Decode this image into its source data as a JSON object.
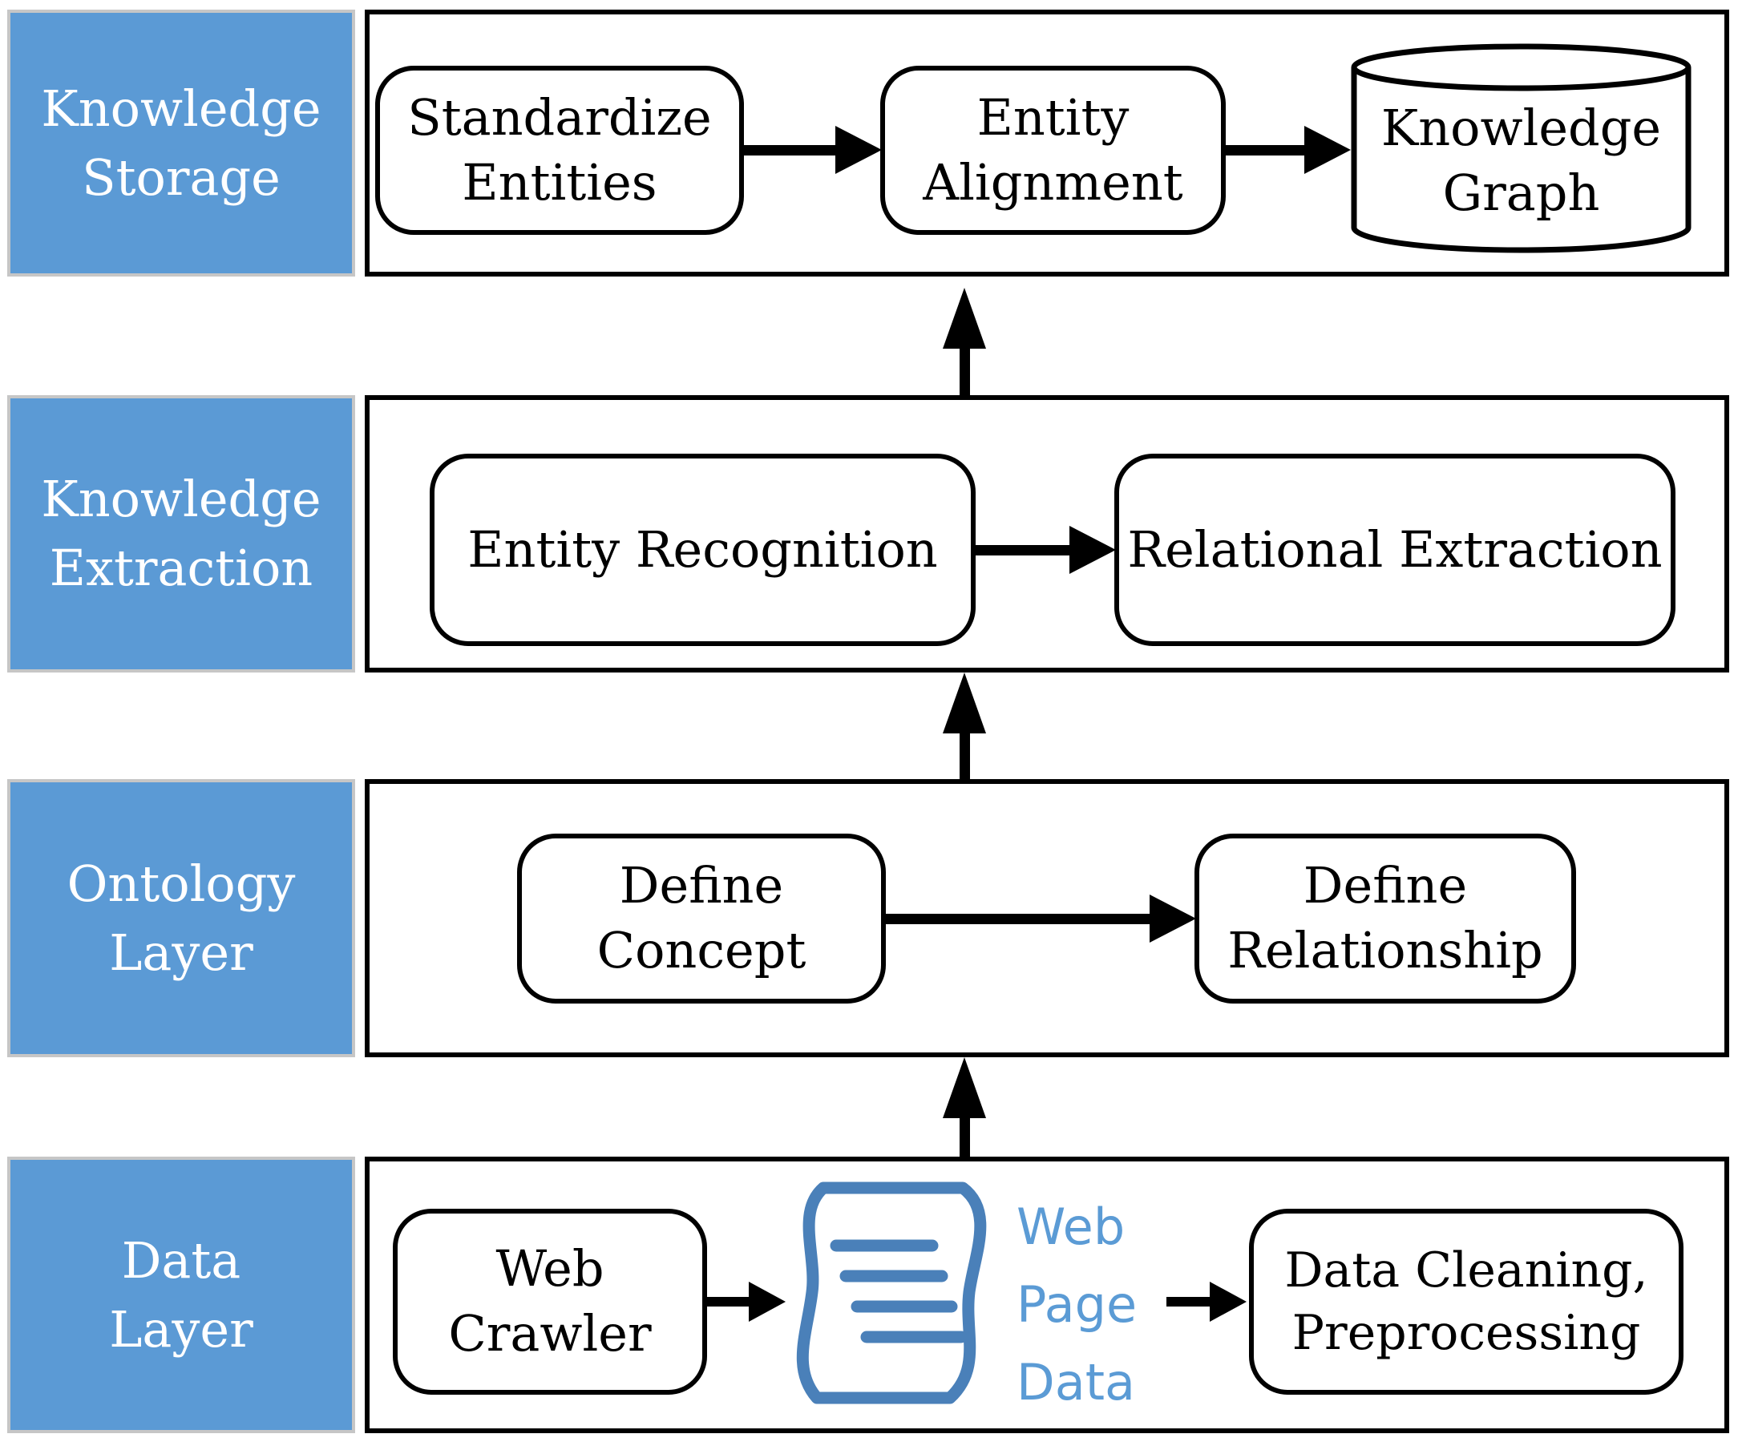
{
  "figure": {
    "type": "layered-architecture-diagram",
    "flow_direction": "bottom-to-top"
  },
  "colors": {
    "layer-fill": "#5B9AD5",
    "layer-border": "#C6C6C6",
    "icon-blue": "#4A80B9",
    "text-blue": "#5B9BD5",
    "ink": "#000000"
  },
  "layers": {
    "storage": {
      "title_l1": "Knowledge",
      "title_l2": "Storage"
    },
    "extraction": {
      "title_l1": "Knowledge",
      "title_l2": "Extraction"
    },
    "ontology": {
      "title_l1": "Ontology",
      "title_l2": "Layer"
    },
    "data": {
      "title_l1": "Data",
      "title_l2": "Layer"
    }
  },
  "nodes": {
    "standardize_entities": {
      "l1": "Standardize",
      "l2": "Entities"
    },
    "entity_alignment": {
      "l1": "Entity",
      "l2": "Alignment"
    },
    "knowledge_graph": {
      "l1": "Knowledge",
      "l2": "Graph"
    },
    "entity_recognition": {
      "label": "Entity Recognition"
    },
    "relational_extraction": {
      "label": "Relational Extraction"
    },
    "define_concept": {
      "l1": "Define",
      "l2": "Concept"
    },
    "define_relationship": {
      "l1": "Define",
      "l2": "Relationship"
    },
    "web_crawler": {
      "l1": "Web",
      "l2": "Crawler"
    },
    "web_page_data": {
      "l1": "Web",
      "l2": "Page",
      "l3": "Data"
    },
    "data_cleaning": {
      "l1": "Data Cleaning,",
      "l2": "Preprocessing"
    }
  }
}
